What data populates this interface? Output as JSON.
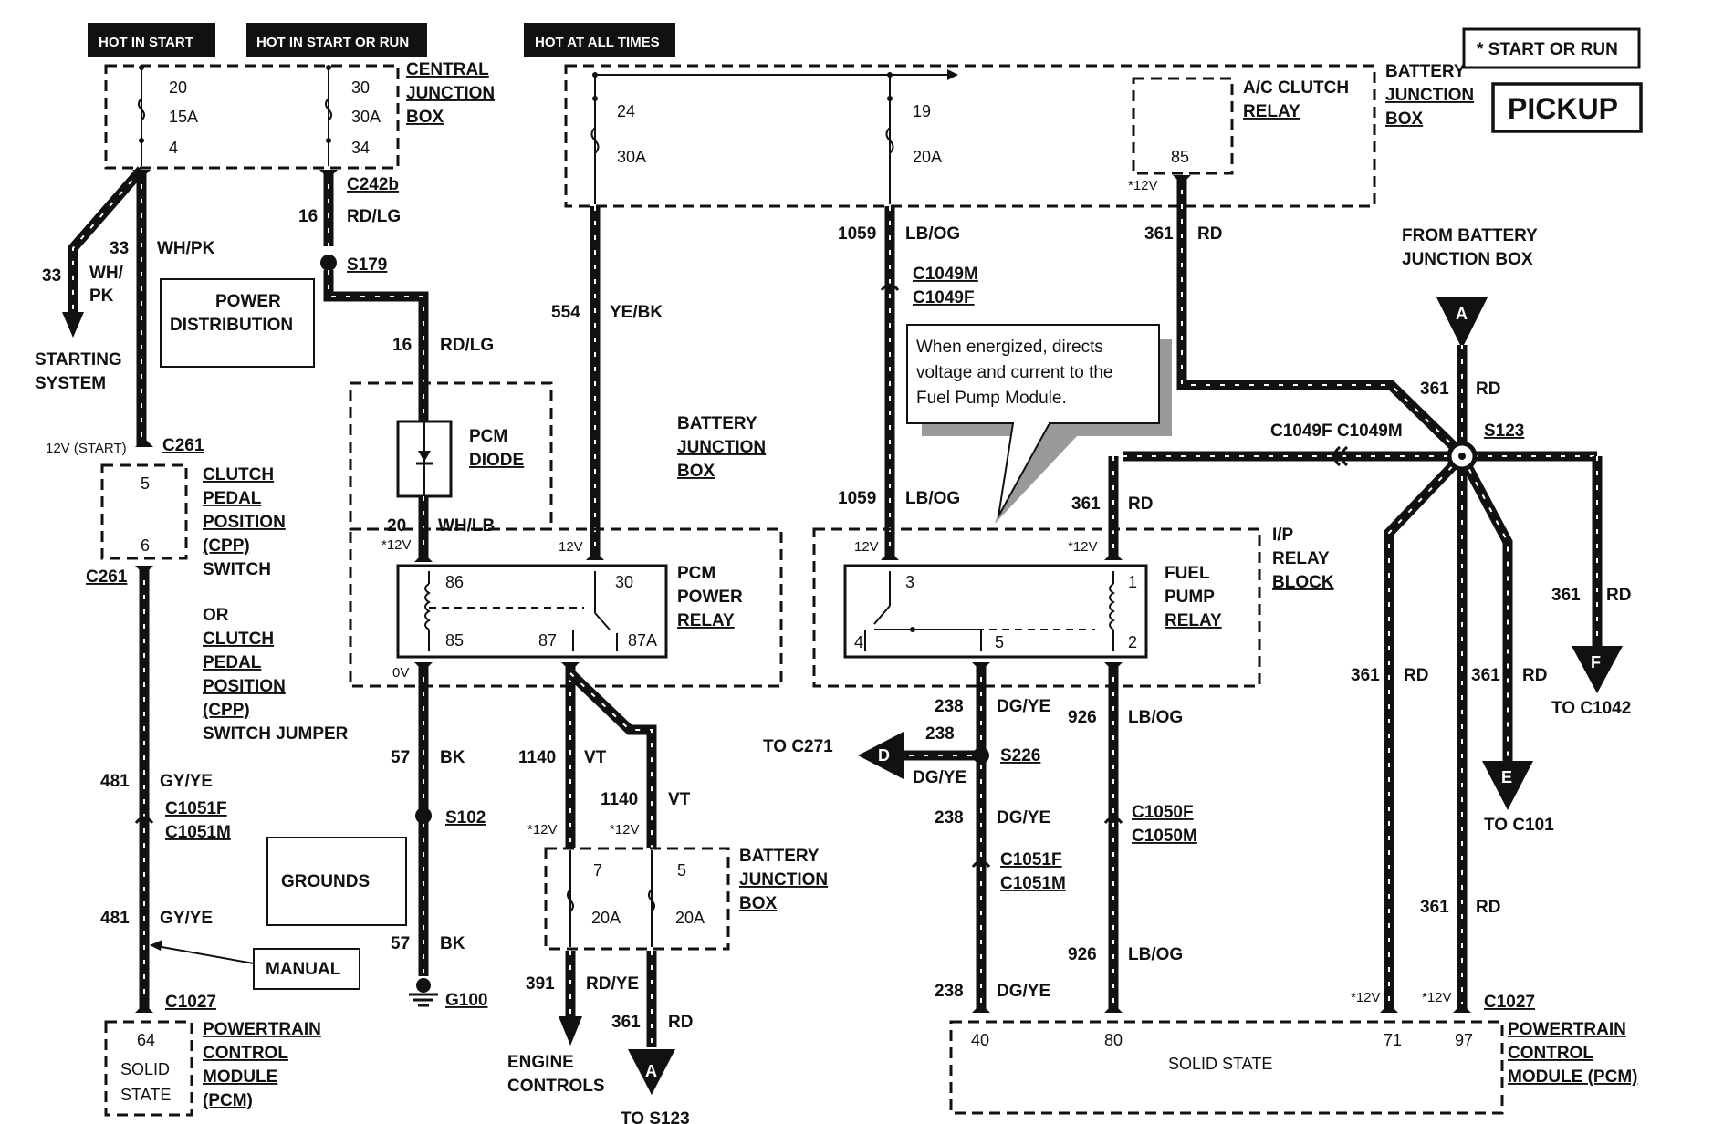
{
  "headers": {
    "hot_in_start": "HOT IN START",
    "hot_in_start_or_run": "HOT IN START OR RUN",
    "hot_at_all_times": "HOT AT ALL TIMES"
  },
  "legend": {
    "start_or_run": "* START OR RUN",
    "pickup": "PICKUP"
  },
  "central_junction_box": {
    "label_lines": [
      "CENTRAL",
      "JUNCTION",
      "BOX"
    ],
    "fuse_a": {
      "in_pin": "20",
      "rating": "15A",
      "out_pin": "4"
    },
    "fuse_b": {
      "in_pin": "30",
      "rating": "30A",
      "out_pin": "34"
    }
  },
  "battery_junction_box_top": {
    "label_lines": [
      "BATTERY",
      "JUNCTION",
      "BOX"
    ],
    "fuse_a": {
      "pin": "24",
      "rating": "30A"
    },
    "fuse_b": {
      "pin": "19",
      "rating": "20A"
    },
    "ac_relay_lines": [
      "A/C CLUTCH",
      "RELAY"
    ],
    "ac_pin": "85",
    "ac_volt": "*12V"
  },
  "battery_junction_box_mid": {
    "label_lines": [
      "BATTERY",
      "JUNCTION",
      "BOX"
    ]
  },
  "battery_junction_box_bottom": {
    "label_lines": [
      "BATTERY",
      "JUNCTION",
      "BOX"
    ],
    "fuse_a": {
      "pin": "7",
      "rating": "20A"
    },
    "fuse_b": {
      "pin": "5",
      "rating": "20A"
    }
  },
  "power_distribution": {
    "lines": [
      "POWER",
      "DISTRIBUTION"
    ]
  },
  "grounds": {
    "label": "GROUNDS"
  },
  "manual": {
    "label": "MANUAL"
  },
  "starting_system": {
    "lines": [
      "STARTING",
      "SYSTEM"
    ]
  },
  "connectors": {
    "c242b": "C242b",
    "s179": "S179",
    "c261_top": "C261",
    "c261_bottom": "C261",
    "c1051f_left": "C1051F",
    "c1051m_left": "C1051M",
    "c1027_left": "C1027",
    "s102": "S102",
    "g100": "G100",
    "c1049m": "C1049M",
    "c1049f": "C1049F",
    "c1049f_c1049m": "C1049F C1049M",
    "s123": "S123",
    "s226": "S226",
    "c1050f": "C1050F",
    "c1050m": "C1050M",
    "c1051f_right": "C1051F",
    "c1051m_right": "C1051M",
    "c1027_right": "C1027"
  },
  "wires": {
    "w33_a": {
      "circuit": "33",
      "color": "WH/PK"
    },
    "w33_b": {
      "circuit": "33",
      "color_lines": [
        "WH/",
        "PK"
      ]
    },
    "w16_a": {
      "circuit": "16",
      "color": "RD/LG"
    },
    "w16_b": {
      "circuit": "16",
      "color": "RD/LG"
    },
    "w20": {
      "circuit": "20",
      "color": "WH/LB"
    },
    "w554": {
      "circuit": "554",
      "color": "YE/BK"
    },
    "w57_a": {
      "circuit": "57",
      "color": "BK"
    },
    "w57_b": {
      "circuit": "57",
      "color": "BK"
    },
    "w1140_a": {
      "circuit": "1140",
      "color": "VT"
    },
    "w1140_b": {
      "circuit": "1140",
      "color": "VT"
    },
    "w391": {
      "circuit": "391",
      "color": "RD/YE"
    },
    "w361_bottom": {
      "circuit": "361",
      "color": "RD"
    },
    "w481_a": {
      "circuit": "481",
      "color": "GY/YE"
    },
    "w481_b": {
      "circuit": "481",
      "color": "GY/YE"
    },
    "w1059_a": {
      "circuit": "1059",
      "color": "LB/OG"
    },
    "w1059_b": {
      "circuit": "1059",
      "color": "LB/OG"
    },
    "w361_top": {
      "circuit": "361",
      "color": "RD"
    },
    "w361_s123": {
      "circuit": "361",
      "color": "RD"
    },
    "w361_relay": {
      "circuit": "361",
      "color": "RD"
    },
    "w361_f": {
      "circuit": "361",
      "color": "RD"
    },
    "w361_left": {
      "circuit": "361",
      "color": "RD"
    },
    "w361_e": {
      "circuit": "361",
      "color": "RD"
    },
    "w361_97": {
      "circuit": "361",
      "color": "RD"
    },
    "w238_a": {
      "circuit": "238",
      "color": "DG/YE"
    },
    "w238_d": {
      "circuit": "238",
      "color": "DG/YE"
    },
    "w238_b": {
      "circuit": "238",
      "color": "DG/YE"
    },
    "w238_c": {
      "circuit": "238",
      "color": "DG/YE"
    },
    "w926_a": {
      "circuit": "926",
      "color": "LB/OG"
    },
    "w926_b": {
      "circuit": "926",
      "color": "LB/OG"
    }
  },
  "clutch_switch": {
    "pin_top": "5",
    "pin_bottom": "6",
    "volt": "12V (START)",
    "label_lines": [
      "CLUTCH",
      "PEDAL",
      "POSITION",
      "(CPP)"
    ],
    "switch": "SWITCH",
    "or": "OR",
    "alt_lines": [
      "CLUTCH",
      "PEDAL",
      "POSITION",
      "(CPP)"
    ],
    "alt_last": "SWITCH JUMPER"
  },
  "pcm_diode": {
    "lines": [
      "PCM",
      "DIODE"
    ]
  },
  "pcm_power_relay": {
    "lines": [
      "PCM",
      "POWER",
      "RELAY"
    ],
    "pins": {
      "p86": "86",
      "p30": "30",
      "p85": "85",
      "p87": "87",
      "p87a": "87A"
    },
    "volt_20": "*12V",
    "volt_30": "12V",
    "volt_85": "0V"
  },
  "fuel_pump_relay": {
    "lines": [
      "FUEL",
      "PUMP",
      "RELAY"
    ],
    "pins": {
      "p3": "3",
      "p1": "1",
      "p4": "4",
      "p5": "5",
      "p2": "2"
    },
    "volt_3": "12V",
    "volt_1": "*12V"
  },
  "ip_relay_block": {
    "lines": [
      "I/P",
      "RELAY",
      "BLOCK"
    ]
  },
  "callout": {
    "lines": [
      "When energized, directs",
      "voltage and current to the",
      "Fuel Pump Module."
    ]
  },
  "from_battery": {
    "lines": [
      "FROM BATTERY",
      "JUNCTION BOX"
    ],
    "marker": "A"
  },
  "destinations": {
    "to_c271": "TO C271",
    "marker_d": "D",
    "to_c1042": "TO C1042",
    "marker_f": "F",
    "to_c101": "TO C101",
    "marker_e": "E",
    "to_s123": "TO S123",
    "marker_a": "A",
    "engine_controls_lines": [
      "ENGINE",
      "CONTROLS"
    ]
  },
  "pcm_left": {
    "pin": "64",
    "solid_lines": [
      "SOLID",
      "STATE"
    ],
    "label_lines": [
      "POWERTRAIN",
      "CONTROL",
      "MODULE",
      "(PCM)"
    ]
  },
  "pcm_right": {
    "pins": {
      "p40": "40",
      "p80": "80",
      "p71": "71",
      "p97": "97"
    },
    "volt_71": "*12V",
    "volt_97": "*12V",
    "solid": "SOLID STATE",
    "label_lines": [
      "POWERTRAIN",
      "CONTROL",
      "MODULE (PCM)"
    ]
  },
  "volts": {
    "v1140_a": "*12V",
    "v1140_b": "*12V"
  }
}
